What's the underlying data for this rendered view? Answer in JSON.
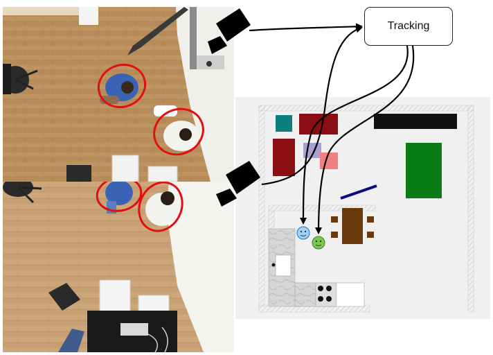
{
  "tracking": {
    "label": "Tracking"
  },
  "colors": {
    "detection_ellipse": "#e01010",
    "floor_wood": "#b58a55",
    "wall_white": "#f3f3f0",
    "teal_block": "#0e7f7f",
    "dark_red_block": "#8b0f12",
    "lavender_block": "#a99fd0",
    "pink_block": "#f08080",
    "black_block": "#101010",
    "green_block": "#0b7d16",
    "navy_line": "#0a0a80",
    "table_brown": "#6a3a0c",
    "person_blue": "#9fd0f5",
    "person_green": "#7ec850"
  },
  "icons": [
    "camera-icon-top",
    "camera-icon-bottom",
    "smiley-blue-icon",
    "smiley-green-icon"
  ]
}
